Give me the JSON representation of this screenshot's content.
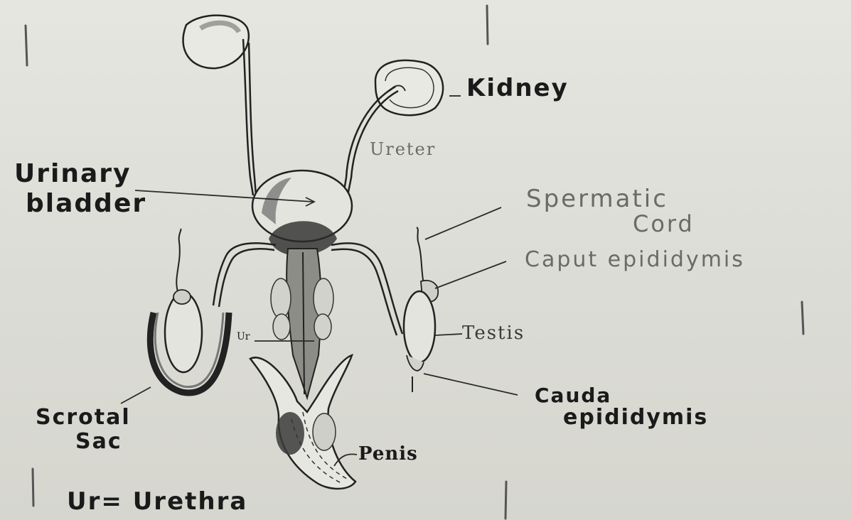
{
  "labels": {
    "kidney": "Kidney",
    "ureter": "Ureter",
    "urinary_bladder_line1": "Urinary",
    "urinary_bladder_line2": "bladder",
    "spermatic_cord_line1": "Spermatic",
    "spermatic_cord_line2": "Cord",
    "caput_epididymis": "Caput epididymis",
    "testis": "Testis",
    "ur": "Ur",
    "cauda_epididymis_line1": "Cauda",
    "cauda_epididymis_line2": "epididymis",
    "scrotal_sac_line1": "Scrotal",
    "scrotal_sac_line2": "Sac",
    "penis": "Penis",
    "legend": "Ur= Urethra"
  }
}
